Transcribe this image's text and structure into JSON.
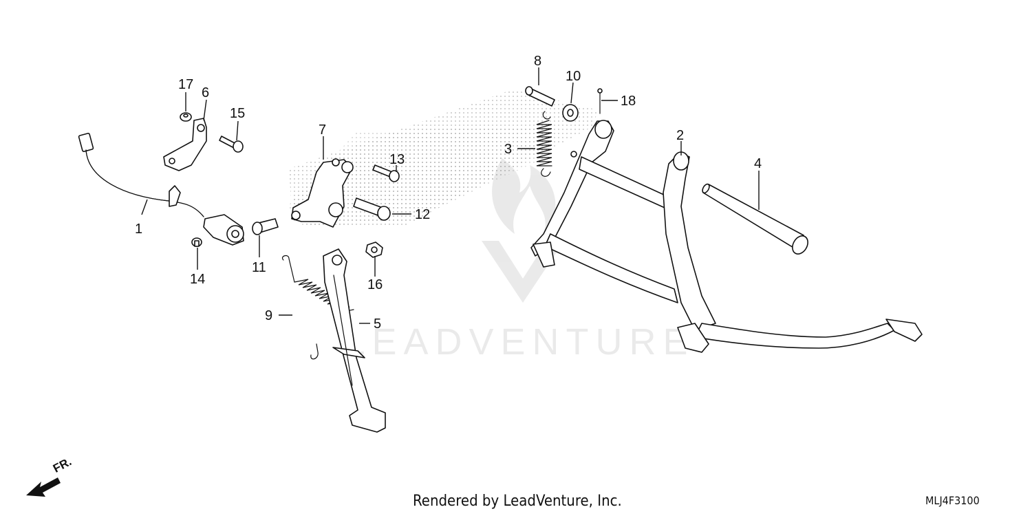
{
  "diagram": {
    "footer_text": "Rendered by LeadVenture, Inc.",
    "diagram_code": "MLJ4F3100",
    "front_indicator": "FR.",
    "watermark_text": "LEADVENTURE",
    "callouts": [
      {
        "id": "1",
        "label": "1"
      },
      {
        "id": "2",
        "label": "2"
      },
      {
        "id": "3",
        "label": "3"
      },
      {
        "id": "4",
        "label": "4"
      },
      {
        "id": "5",
        "label": "5"
      },
      {
        "id": "6",
        "label": "6"
      },
      {
        "id": "7",
        "label": "7"
      },
      {
        "id": "8",
        "label": "8"
      },
      {
        "id": "9",
        "label": "9"
      },
      {
        "id": "10",
        "label": "10"
      },
      {
        "id": "11",
        "label": "11"
      },
      {
        "id": "12",
        "label": "12"
      },
      {
        "id": "13",
        "label": "13"
      },
      {
        "id": "14",
        "label": "14"
      },
      {
        "id": "15",
        "label": "15"
      },
      {
        "id": "16",
        "label": "16"
      },
      {
        "id": "17",
        "label": "17"
      },
      {
        "id": "18",
        "label": "18"
      }
    ]
  }
}
